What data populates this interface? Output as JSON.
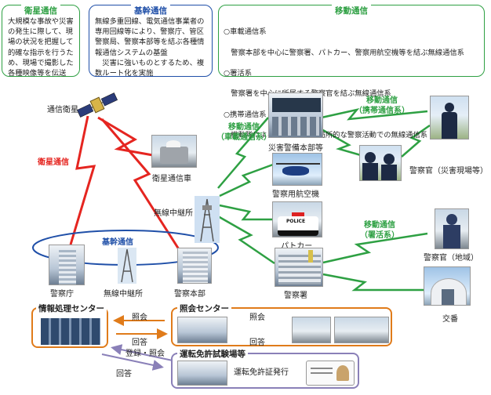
{
  "top_boxes": {
    "satellite": {
      "title": "衛星通信",
      "body": "大規模な事故や災害の発生に際して、現場の状況を把握して的確な指示を行うため、現場で撮影した各種映像等を伝送",
      "color": "#2ea043"
    },
    "trunk": {
      "title": "基幹通信",
      "body": "無線多重回線、電気通信事業者の専用回線等により、警察庁、管区警察局、警察本部等を結ぶ各種情報通信システムの基盤\n　災害に強いものとするため、複数ルート化を実施",
      "color": "#1f4fa8"
    },
    "mobile": {
      "title": "移動通信",
      "lines": [
        "○車載通信系",
        "　警察本部を中心に警察署、パトカー、警察用航空機等を結ぶ無線通信系",
        "○署活系",
        "　警察署を中心に所属する警察官を結ぶ無線通信系",
        "○携帯通信系",
        "　機動隊による部隊活動等、局所的な警察活動での無線通信系"
      ],
      "color": "#2ea043"
    }
  },
  "labels": {
    "satellite": "通信衛星",
    "satellite_comm": "衛星通信",
    "satellite_vehicle": "衛星通信車",
    "relay_station": "無線中継所",
    "trunk_comm": "基幹通信",
    "npa": "警察庁",
    "relay_station_2": "無線中継所",
    "hq": "警察本部",
    "disaster_hq": "災害警備本部等",
    "aircraft": "警察用航空機",
    "patrol_car": "パトカー",
    "police_station": "警察署",
    "mobile_vehicle": "移動通信\n（車載通信系）",
    "mobile_portable": "移動通信\n（携帯通信系）",
    "mobile_station": "移動通信\n（署活系）",
    "officer_disaster": "警察官（災害現場等）",
    "officer_area": "警察官（地域）",
    "koban": "交番",
    "police_sign": "POLICE"
  },
  "bottom": {
    "info_center": "情報処理センター",
    "inquiry_center": "照会センター",
    "license_center": "運転免許試験場等",
    "license_issue": "運転免許証発行",
    "query_1": "照会",
    "answer_1": "回答",
    "query_2": "照会",
    "answer_2": "回答",
    "register_query": "登録・照会",
    "answer_3": "回答"
  },
  "colors": {
    "green": "#2ea043",
    "red": "#e52520",
    "blue": "#1f4fa8",
    "orange": "#e07b1a",
    "lavender": "#8a80b8"
  }
}
